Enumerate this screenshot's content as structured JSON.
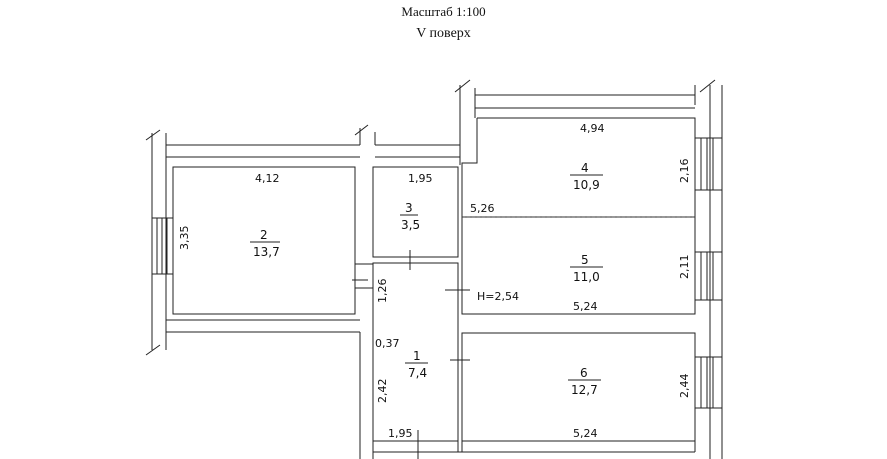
{
  "header": {
    "scale": "Масштаб 1:100",
    "floor": "V поверх"
  },
  "rooms": [
    {
      "num": "1",
      "area": "7,4"
    },
    {
      "num": "2",
      "area": "13,7"
    },
    {
      "num": "3",
      "area": "3,5"
    },
    {
      "num": "4",
      "area": "10,9"
    },
    {
      "num": "5",
      "area": "11,0"
    },
    {
      "num": "6",
      "area": "12,7"
    }
  ],
  "dims": {
    "r2_w": "4,12",
    "r2_h": "3,35",
    "r3_w": "1,95",
    "r4_w": "4,94",
    "r4_h": "2,16",
    "r5_top": "5,26",
    "r5_w": "5,24",
    "r5_h": "2,11",
    "ceiling": "H=2,54",
    "r1_w": "1,95",
    "r1_h": "2,42",
    "r1_door": "1,26",
    "r1_wall": "0,37",
    "r6_w": "5,24",
    "r6_h": "2,44"
  }
}
